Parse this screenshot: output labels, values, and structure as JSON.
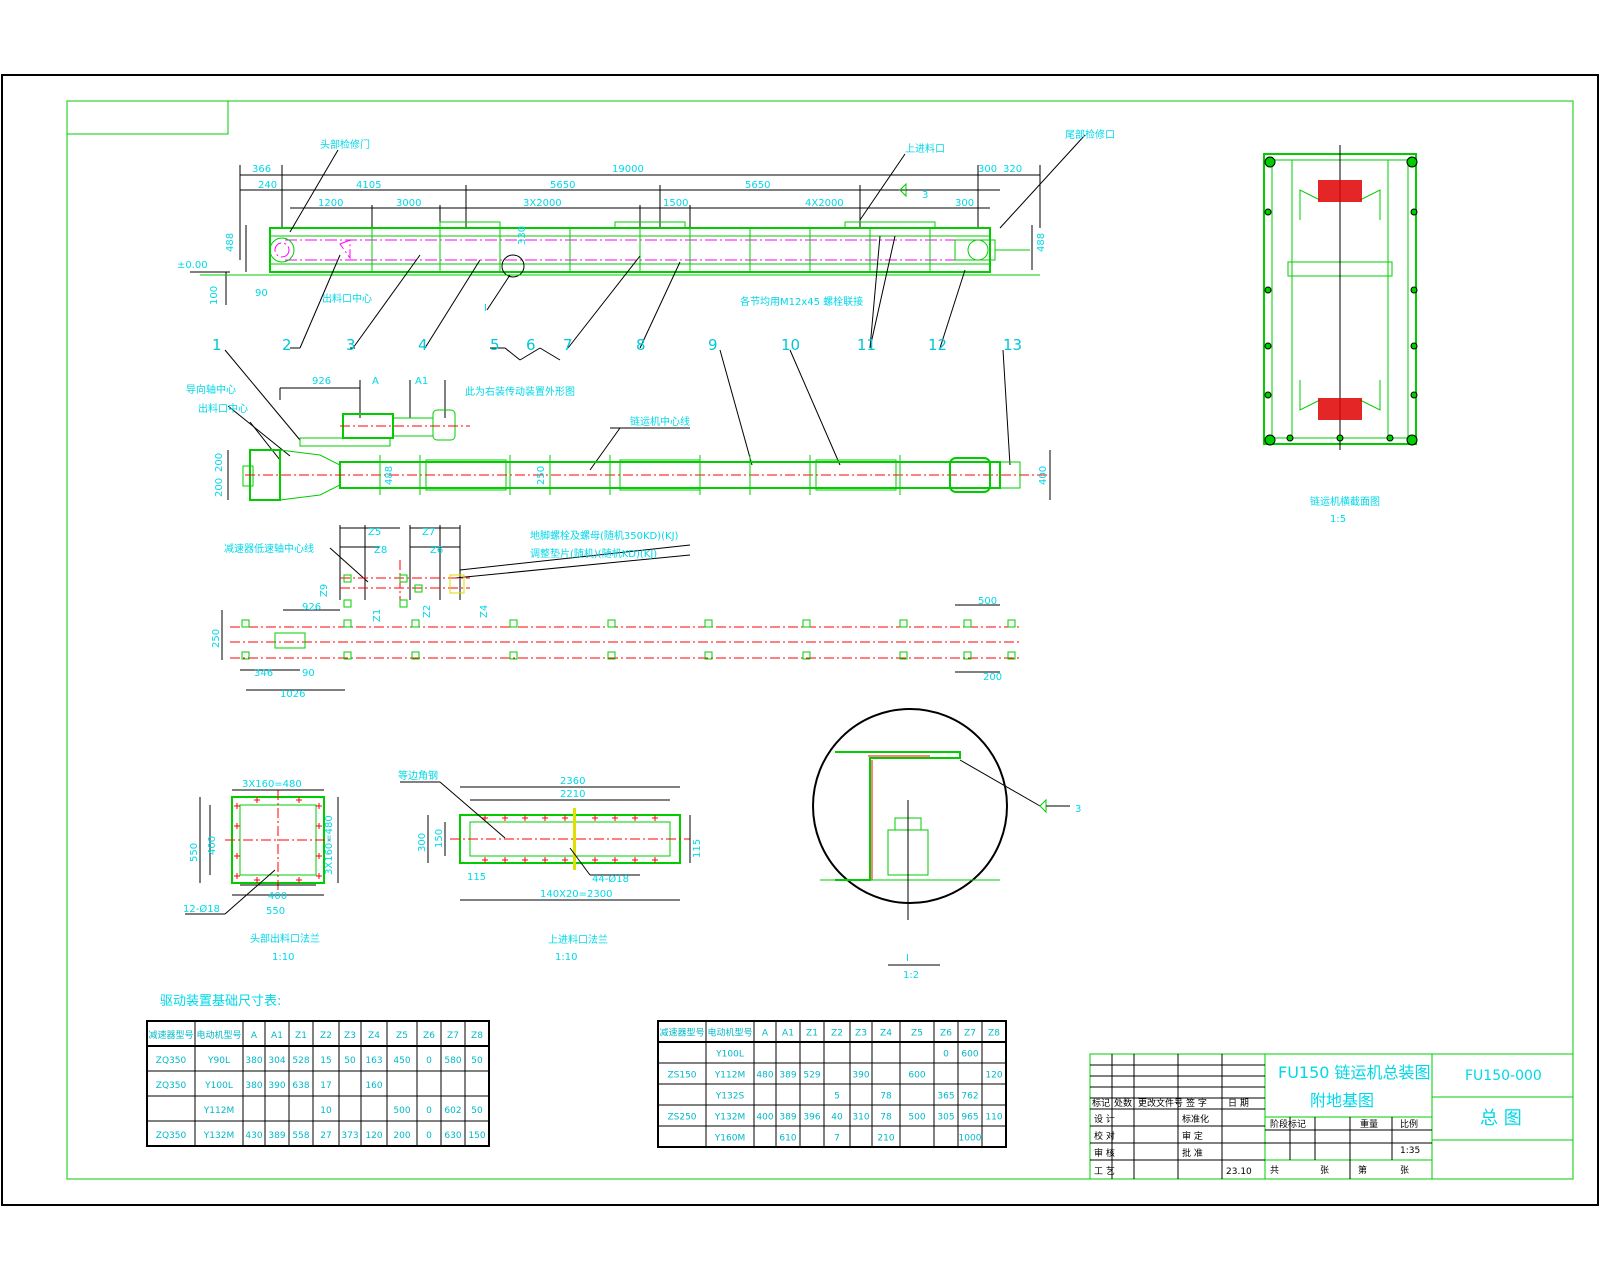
{
  "drawing": {
    "elevation": {
      "dims_top": [
        "366",
        "19000",
        "300",
        "320",
        "240",
        "4105",
        "5650",
        "5650",
        "1200",
        "3000",
        "3X2000",
        "1500",
        "4X2000",
        "300"
      ],
      "dims_side": [
        "488",
        "100",
        "488",
        "±0.00"
      ],
      "dim_90": "90",
      "dim_330": "330",
      "labels": {
        "head_inspection_door": "头部检修门",
        "feed_inlet": "上进料口",
        "tail_inspection_door": "尾部检修口",
        "discharge_center": "出料口中心",
        "section_bolts": "各节均用M12x45 螺栓联接",
        "detail_I": "I",
        "weld": "3"
      },
      "part_numbers": [
        "1",
        "2",
        "3",
        "4",
        "5",
        "6",
        "7",
        "8",
        "9",
        "10",
        "11",
        "12",
        "13"
      ]
    },
    "plan": {
      "labels": {
        "reducer_center": "导向轴中心",
        "discharge_center": "出料口中心",
        "left_mount_note": "此为右装传动装置外形图",
        "chain_center": "链运机中心线"
      },
      "dims": [
        "926",
        "A",
        "A1",
        "200",
        "200",
        "488",
        "250",
        "400"
      ]
    },
    "foundation": {
      "labels": {
        "reducer_shaft_center": "减速器低速轴中心线",
        "bolt_note_1": "地脚螺栓及螺母(随机350KD)(KJ)",
        "bolt_note_2": "调整垫片(随机)(随机KD)(KJ)"
      },
      "dims": [
        "Z5",
        "Z7",
        "Z8",
        "Z6",
        "Z9",
        "Z1",
        "Z2",
        "Z4",
        "926",
        "250",
        "346",
        "90",
        "1026",
        "500",
        "200"
      ]
    },
    "head_flange": {
      "title": "头部出料口法兰",
      "scale": "1:10",
      "dims": [
        "3X160=480",
        "550",
        "400",
        "3X160=480",
        "400",
        "550"
      ],
      "holes": "12-Ø18"
    },
    "inlet_flange": {
      "title": "上进料口法兰",
      "scale": "1:10",
      "dims": [
        "2360",
        "2210",
        "300",
        "150",
        "115",
        "115",
        "140X20=2300"
      ],
      "holes": "44-Ø18",
      "angle_label": "等边角钢"
    },
    "detail": {
      "title": "I",
      "scale": "1:2",
      "weld": "3"
    },
    "section": {
      "title": "链运机横截面图",
      "scale": "1:5"
    },
    "table_title": "驱动装置基础尺寸表:"
  },
  "table1": {
    "headers": [
      "减速器型号",
      "电动机型号",
      "A",
      "A1",
      "Z1",
      "Z2",
      "Z3",
      "Z4",
      "Z5",
      "Z6",
      "Z7",
      "Z8"
    ],
    "rows": [
      [
        "ZQ350",
        "Y90L",
        "380",
        "304",
        "528",
        "15",
        "50",
        "163",
        "450",
        "0",
        "580",
        "50"
      ],
      [
        "ZQ350",
        "Y100L",
        "380",
        "390",
        "638",
        "17",
        "",
        "160",
        "",
        "",
        "",
        ""
      ],
      [
        "",
        "Y112M",
        "",
        "",
        "",
        "10",
        "",
        "",
        "500",
        "0",
        "602",
        "50"
      ],
      [
        "ZQ350",
        "Y132M",
        "430",
        "389",
        "558",
        "27",
        "373",
        "120",
        "200",
        "0",
        "630",
        "150"
      ]
    ]
  },
  "table2": {
    "headers": [
      "减速器型号",
      "电动机型号",
      "A",
      "A1",
      "Z1",
      "Z2",
      "Z3",
      "Z4",
      "Z5",
      "Z6",
      "Z7",
      "Z8"
    ],
    "rows": [
      [
        "",
        "Y100L",
        "",
        "",
        "",
        "",
        "",
        "",
        "",
        "0",
        "600",
        ""
      ],
      [
        "ZS150",
        "Y112M",
        "480",
        "389",
        "529",
        "",
        "390",
        "",
        "600",
        "",
        "",
        "120"
      ],
      [
        "",
        "Y132S",
        "",
        "",
        "",
        "5",
        "",
        "78",
        "",
        "365",
        "762",
        ""
      ],
      [
        "ZS250",
        "Y132M",
        "400",
        "389",
        "396",
        "40",
        "310",
        "78",
        "500",
        "305",
        "965",
        "110"
      ],
      [
        "",
        "Y160M",
        "",
        "610",
        "",
        "7",
        "",
        "210",
        "",
        "",
        "1000",
        ""
      ]
    ]
  },
  "title_block": {
    "title_line1": "FU150 链运机总装图",
    "title_line2": "附地基图",
    "drawing_no": "FU150-000",
    "drawing_type": "总 图",
    "rows": [
      "设 计",
      "校 对",
      "审 核",
      "工 艺"
    ],
    "cols": [
      "标记",
      "处数",
      "更改文件号",
      "签 字",
      "日 期"
    ],
    "labels": [
      "标准化",
      "审 定",
      "批 准",
      "阶段标记",
      "重量",
      "比例",
      "共",
      "张",
      "第",
      "张"
    ],
    "scale": "1:35",
    "date": "23.10"
  }
}
